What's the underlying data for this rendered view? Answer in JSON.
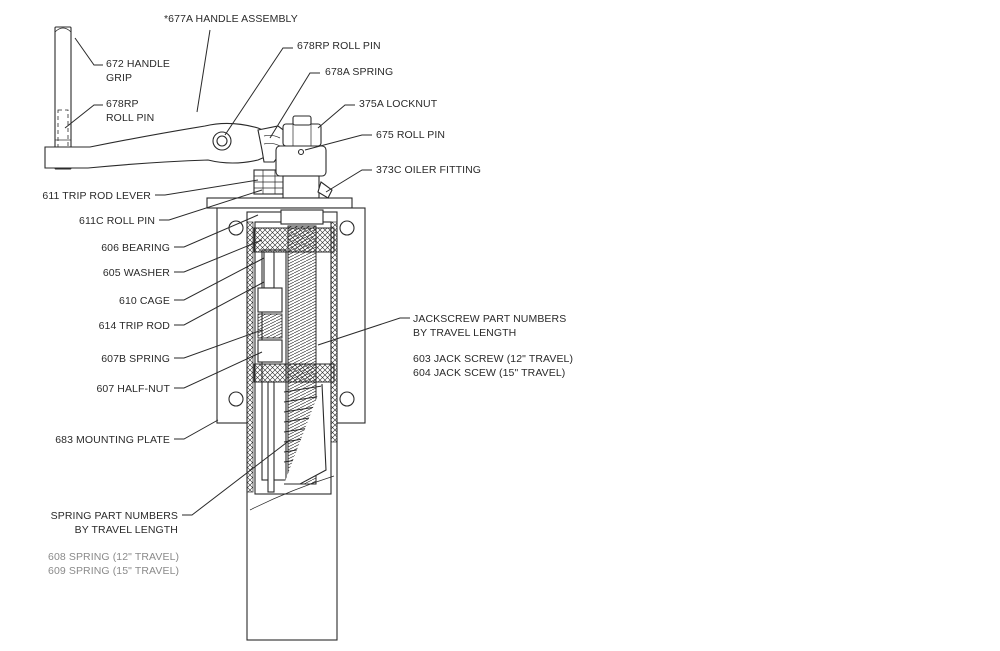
{
  "labels": {
    "handle_assembly": "*677A HANDLE ASSEMBLY",
    "handle_grip_1": "672 HANDLE",
    "handle_grip_2": "GRIP",
    "roll_pin_left_1": "678RP",
    "roll_pin_left_2": "ROLL PIN",
    "roll_pin_top": "678RP ROLL PIN",
    "spring_678a": "678A SPRING",
    "locknut": "375A LOCKNUT",
    "roll_pin_675": "675 ROLL PIN",
    "oiler_fitting": "373C OILER FITTING",
    "trip_rod_lever": "611 TRIP ROD LEVER",
    "roll_pin_611c": "611C ROLL PIN",
    "bearing": "606 BEARING",
    "washer": "605 WASHER",
    "cage": "610 CAGE",
    "trip_rod": "614 TRIP ROD",
    "spring_607b": "607B SPRING",
    "half_nut": "607 HALF-NUT",
    "mounting_plate": "683 MOUNTING PLATE",
    "jackscrew_title_1": "JACKSCREW PART NUMBERS",
    "jackscrew_title_2": "BY TRAVEL LENGTH",
    "jackscrew_603": "603 JACK SCREW (12\" TRAVEL)",
    "jackscrew_604": "604 JACK SCEW (15\" TRAVEL)",
    "spring_title_1": "SPRING PART NUMBERS",
    "spring_title_2": "BY TRAVEL LENGTH",
    "spring_608": "608 SPRING (12\" TRAVEL)",
    "spring_609": "609 SPRING (15\" TRAVEL)"
  },
  "colors": {
    "line": "#2a2a2a",
    "secondary_text": "#8a8a8a",
    "background": "#ffffff"
  }
}
